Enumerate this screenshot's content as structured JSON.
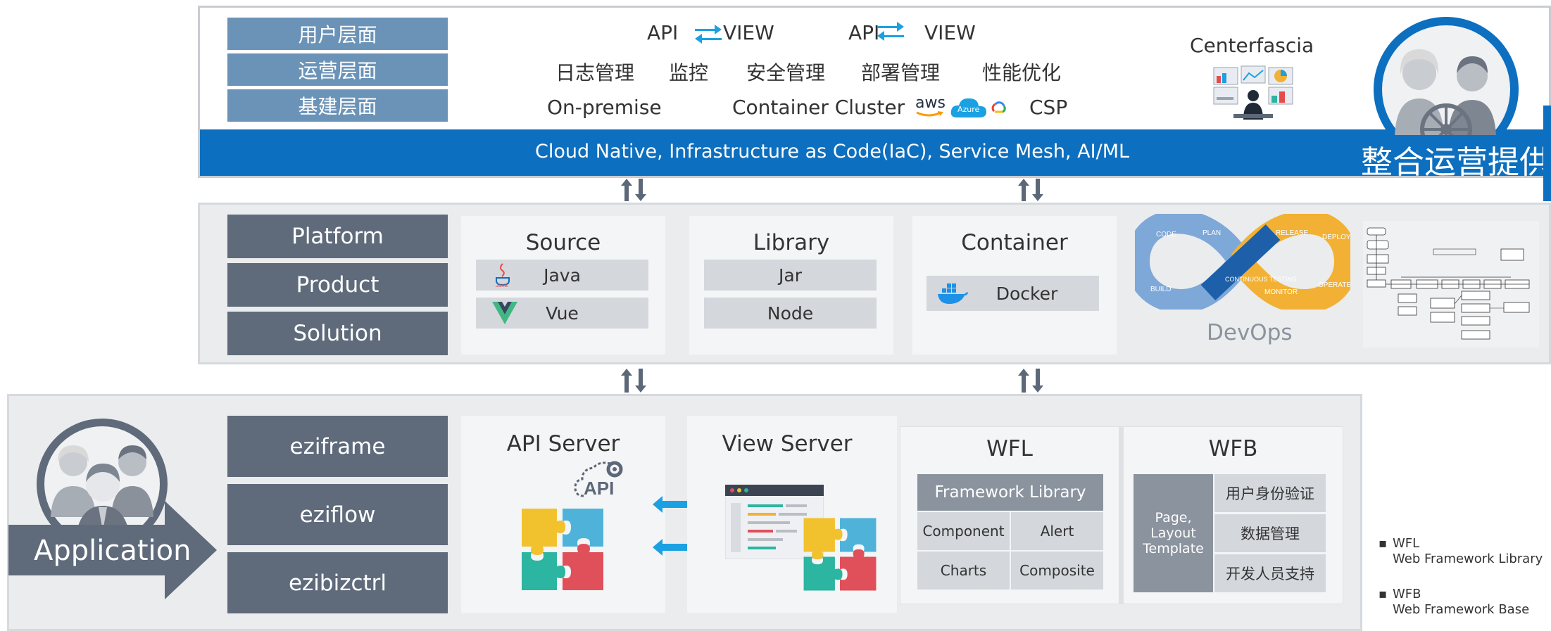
{
  "top": {
    "layers": [
      "用户层面",
      "运营层面",
      "基建层面"
    ],
    "api_view": [
      {
        "api": "API",
        "view": "VIEW"
      },
      {
        "api": "API",
        "view": "VIEW"
      }
    ],
    "ops_items": [
      "日志管理",
      "监控",
      "安全管理",
      "部署管理",
      "性能优化"
    ],
    "infra": {
      "on_premise": "On-premise",
      "cluster": "Container Cluster",
      "csp": "CSP",
      "aws": "aws",
      "azure": "Azure"
    },
    "centerfascia": "Centerfascia",
    "banner": "Cloud Native, Infrastructure as Code(IaC), Service Mesh, AI/ML",
    "badge": "整合运营提供"
  },
  "middle": {
    "labels": [
      "Platform",
      "Product",
      "Solution"
    ],
    "source": {
      "title": "Source",
      "items": [
        "Java",
        "Vue"
      ]
    },
    "library": {
      "title": "Library",
      "items": [
        "Jar",
        "Node"
      ]
    },
    "container": {
      "title": "Container",
      "items": [
        "Docker"
      ]
    },
    "devops": {
      "label": "DevOps",
      "loop": [
        "CODE",
        "PLAN",
        "RELEASE",
        "DEPLOY",
        "BUILD",
        "CONTINUOUS TESTING",
        "MONITOR",
        "OPERATE"
      ]
    }
  },
  "bottom": {
    "application": "Application",
    "labels": [
      "eziframe",
      "eziflow",
      "ezibizctrl"
    ],
    "api_server": "API Server",
    "api_word": "API",
    "view_server": "View Server",
    "wfl": {
      "title": "WFL",
      "header": "Framework Library",
      "cells": [
        "Component",
        "Alert",
        "Charts",
        "Composite"
      ]
    },
    "wfb": {
      "title": "WFB",
      "left": "Page,\nLayout\nTemplate",
      "cells": [
        "用户身份验证",
        "数据管理",
        "开发人员支持"
      ]
    }
  },
  "notes": [
    {
      "abbr": "WFL",
      "full": "Web Framework Library"
    },
    {
      "abbr": "WFB",
      "full": "Web Framework Base"
    }
  ],
  "colors": {
    "banner": "#0d6fbf",
    "blue_label": "#6b93b8",
    "slate_label": "#5f6b7b",
    "arrow_blue": "#1ba1e2",
    "arrow_gray": "#5c6878"
  }
}
